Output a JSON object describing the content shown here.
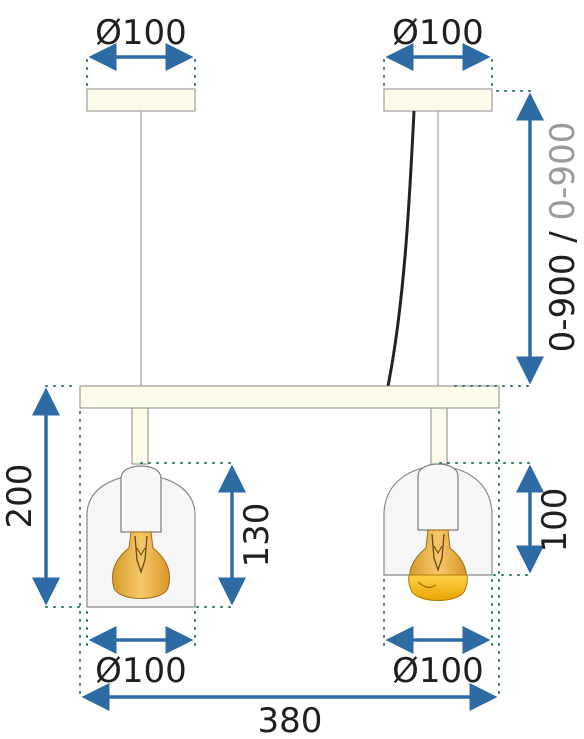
{
  "dimensions": {
    "top_left_diameter": "Ø100",
    "top_right_diameter": "Ø100",
    "bottom_left_diameter": "Ø100",
    "bottom_right_diameter": "Ø100",
    "total_width": "380",
    "total_height": "200",
    "left_shade_height": "130",
    "right_shade_height": "100",
    "cable_length": "0-900",
    "separator": " / ",
    "cable_length_alt": "0-900"
  },
  "colors": {
    "arrow": "#2e6aa3",
    "fixture": "#fdfbea",
    "outline": "#8a8a8a",
    "cable": "#222222",
    "bulb": "#f3b63a",
    "bulb_bright": "#f8b400",
    "glass": "#eeeeee"
  }
}
